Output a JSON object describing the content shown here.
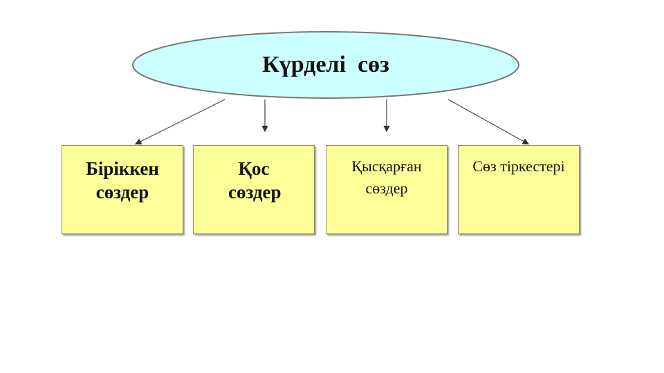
{
  "root": {
    "label": "Күрделі  сөз"
  },
  "children": [
    {
      "label": "Біріккен сөздер"
    },
    {
      "label": "Қос сөздер"
    },
    {
      "label": "Қысқарған сөздер"
    },
    {
      "label": "Сөз тіркестері"
    }
  ],
  "colors": {
    "ellipse_fill": "#ccffff",
    "box_fill": "#ffff99"
  }
}
